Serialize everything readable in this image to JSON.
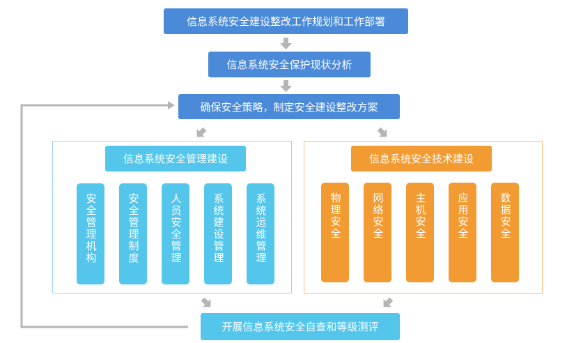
{
  "steps": {
    "step1": "信息系统安全建设整改工作规划和工作部署",
    "step2": "信息系统安全保护现状分析",
    "step3": "确保安全策略，制定安全建设整改方案",
    "final": "开展信息系统安全自查和等级测评"
  },
  "management": {
    "title": "信息系统安全管理建设",
    "items": [
      "安全管理机构",
      "安全管理制度",
      "人员安全管理",
      "系统建设管理",
      "系统运维管理"
    ]
  },
  "technical": {
    "title": "信息系统安全技术建设",
    "items": [
      "物理安全",
      "网络安全",
      "主机安全",
      "应用安全",
      "数据安全"
    ]
  },
  "colors": {
    "step_blue": "#4b8ad8",
    "management_cyan": "#54c6ec",
    "technical_orange": "#f29b32",
    "arrow_gray": "#b5b5b5"
  }
}
